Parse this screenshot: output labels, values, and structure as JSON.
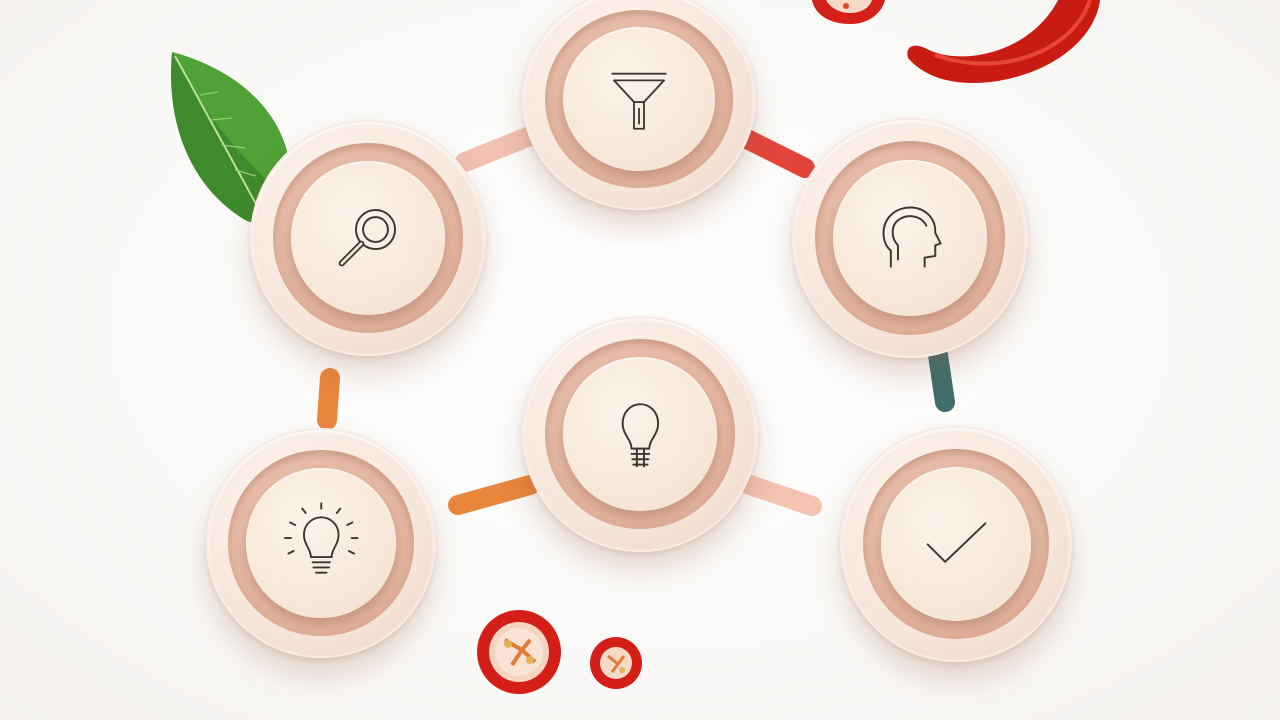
{
  "diagram": {
    "nodes": [
      {
        "id": "search",
        "icon": "magnifier-icon"
      },
      {
        "id": "filter",
        "icon": "funnel-icon"
      },
      {
        "id": "think",
        "icon": "head-profile-icon"
      },
      {
        "id": "idea-glow",
        "icon": "lightbulb-glowing-icon"
      },
      {
        "id": "idea",
        "icon": "lightbulb-icon"
      },
      {
        "id": "done",
        "icon": "checkmark-icon"
      }
    ],
    "connector_colors": {
      "search-filter": "#f2c1b3",
      "filter-think": "#e2453c",
      "think-done": "#3f6e6e",
      "search-idea-glow": "#e8863c",
      "idea-left": "#e8863c",
      "idea-right": "#f3c4b2"
    },
    "decorations": [
      "basil-leaf",
      "red-chili-pepper",
      "chili-slice-top",
      "chili-slice-large",
      "chili-slice-small"
    ]
  }
}
